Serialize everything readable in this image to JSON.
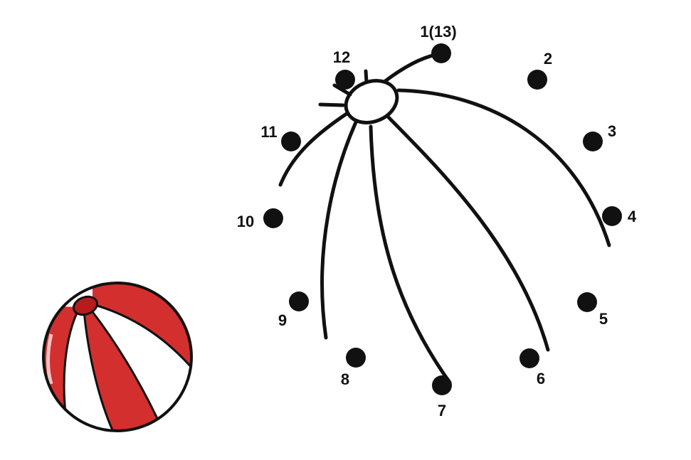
{
  "puzzle": {
    "dots": [
      {
        "number": 1,
        "label": "1(13)"
      },
      {
        "number": 2,
        "label": "2"
      },
      {
        "number": 3,
        "label": "3"
      },
      {
        "number": 4,
        "label": "4"
      },
      {
        "number": 5,
        "label": "5"
      },
      {
        "number": 6,
        "label": "6"
      },
      {
        "number": 7,
        "label": "7"
      },
      {
        "number": 8,
        "label": "8"
      },
      {
        "number": 9,
        "label": "9"
      },
      {
        "number": 10,
        "label": "10"
      },
      {
        "number": 11,
        "label": "11"
      },
      {
        "number": 12,
        "label": "12"
      }
    ],
    "colors": {
      "ink": "#111111",
      "ball_red": "#d32f2f",
      "ball_dark_red": "#b71c1c",
      "ball_white": "#ffffff",
      "background": "#ffffff"
    }
  }
}
